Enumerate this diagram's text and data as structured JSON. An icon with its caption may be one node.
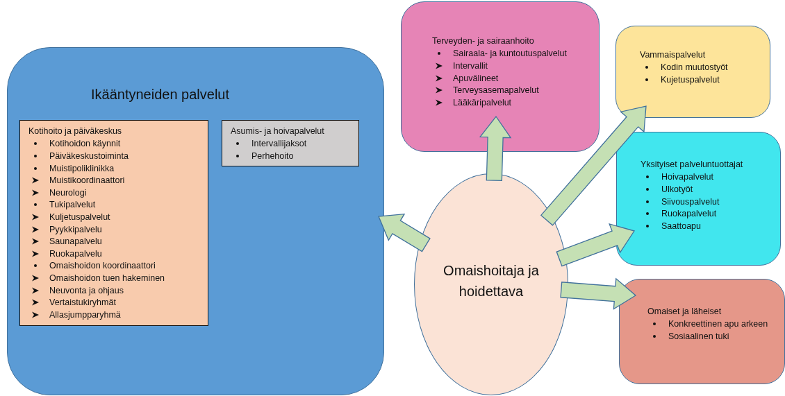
{
  "diagram": {
    "nodes": [
      {
        "text": [
          "Ikääntyneiden palvelut"
        ]
      },
      {
        "text": [
          "Kotihoito ja päiväkeskus",
          "Kotihoidon käynnit",
          "Päiväkeskustoiminta",
          "Muistipoliklinikka",
          "Muistikoordinaattori",
          "Neurologi",
          "Tukipalvelut",
          "Kuljetuspalvelut",
          "Pyykkipalvelu",
          "Saunapalvelu",
          "Ruokapalvelu",
          "Omaishoidon koordinaattori",
          "Omaishoidon tuen hakeminen",
          "Neuvonta ja ohjaus",
          "Vertaistukiryhmät",
          "Allasjumpparyhmä"
        ],
        "in": 0
      },
      {
        "text": [
          "Asumis- ja hoivapalvelut",
          "Intervallijaksot",
          "Perhehoito"
        ],
        "in": 0
      },
      {
        "text": [
          "Terveyden- ja sairaanhoito",
          "Sairaala- ja kuntoutuspalvelut",
          "Intervallit",
          "Apuvälineet",
          "Terveysasemapalvelut",
          "Lääkäripalvelut"
        ]
      },
      {
        "text": [
          "Vammaispalvelut",
          "Kodin muutostyöt",
          "Kujetuspalvelut"
        ]
      },
      {
        "text": [
          "Yksityiset palveluntuottajat",
          "Hoivapalvelut",
          "Ulkotyöt",
          "Siivouspalvelut",
          "Ruokapalvelut",
          "Saattoapu"
        ]
      },
      {
        "text": [
          "Omaiset ja läheiset",
          "Konkreettinen apu arkeen",
          "Sosiaalinen tuki"
        ]
      },
      {
        "text": [
          "Omaishoitaja ja hoidettava"
        ]
      }
    ],
    "edges": [
      {
        "from": 7,
        "to": 0,
        "arrow": "to"
      },
      {
        "from": 7,
        "to": 3,
        "arrow": "to"
      },
      {
        "from": 7,
        "to": 4,
        "arrow": "to"
      },
      {
        "from": 7,
        "to": 5,
        "arrow": "to"
      },
      {
        "from": 7,
        "to": 6,
        "arrow": "to"
      }
    ]
  }
}
